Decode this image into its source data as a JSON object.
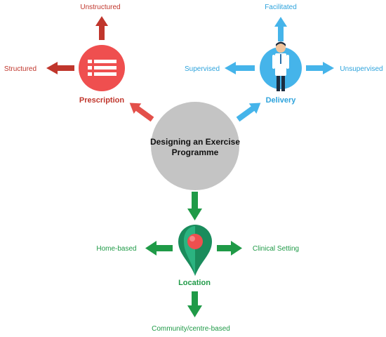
{
  "center": {
    "title_line1": "Designing an Exercise",
    "title_line2": "Programme"
  },
  "prescription": {
    "label": "Prescription",
    "options": [
      "Unstructured",
      "Structured"
    ],
    "icon": "list-icon",
    "color": "#ef4f4f",
    "arrow_color": "#c0362c"
  },
  "delivery": {
    "label": "Delivery",
    "options": [
      "Facilitated",
      "Supervised",
      "Unsupervised"
    ],
    "icon": "person-icon",
    "color": "#45b4ea"
  },
  "location": {
    "label": "Location",
    "options": [
      "Home-based",
      "Clinical Setting",
      "Community/centre-based"
    ],
    "icon": "map-pin-icon",
    "color": "#1f9a47"
  },
  "center_color": "#c4c4c4"
}
